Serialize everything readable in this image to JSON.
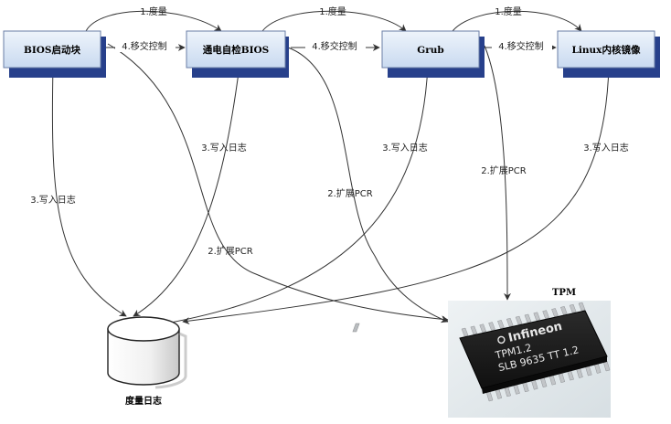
{
  "nodes": {
    "bios_boot": "BIOS启动块",
    "post_bios": "通电自检BIOS",
    "grub": "Grub",
    "linux_kernel": "Linux内核镜像"
  },
  "edge_labels": {
    "measure": "1.度量",
    "transfer": "4.移交控制",
    "write_log": "3.写入日志",
    "extend_pcr": "2.扩展PCR"
  },
  "tpm": {
    "caption": "TPM",
    "brand": "Infineon",
    "line1": "TPM1.2",
    "line2": "SLB 9635 TT 1.2"
  },
  "log": {
    "caption": "度量日志"
  },
  "colors": {
    "box_fill_top": "#eef4fb",
    "box_fill_bottom": "#c9daf0",
    "box_shadow": "#27408b",
    "edge": "#333333",
    "chip_body": "#1c1c1c",
    "chip_bg": "#e6ecef"
  },
  "icons": {
    "database": "database-cylinder-icon",
    "chip": "tpm-chip-image"
  }
}
